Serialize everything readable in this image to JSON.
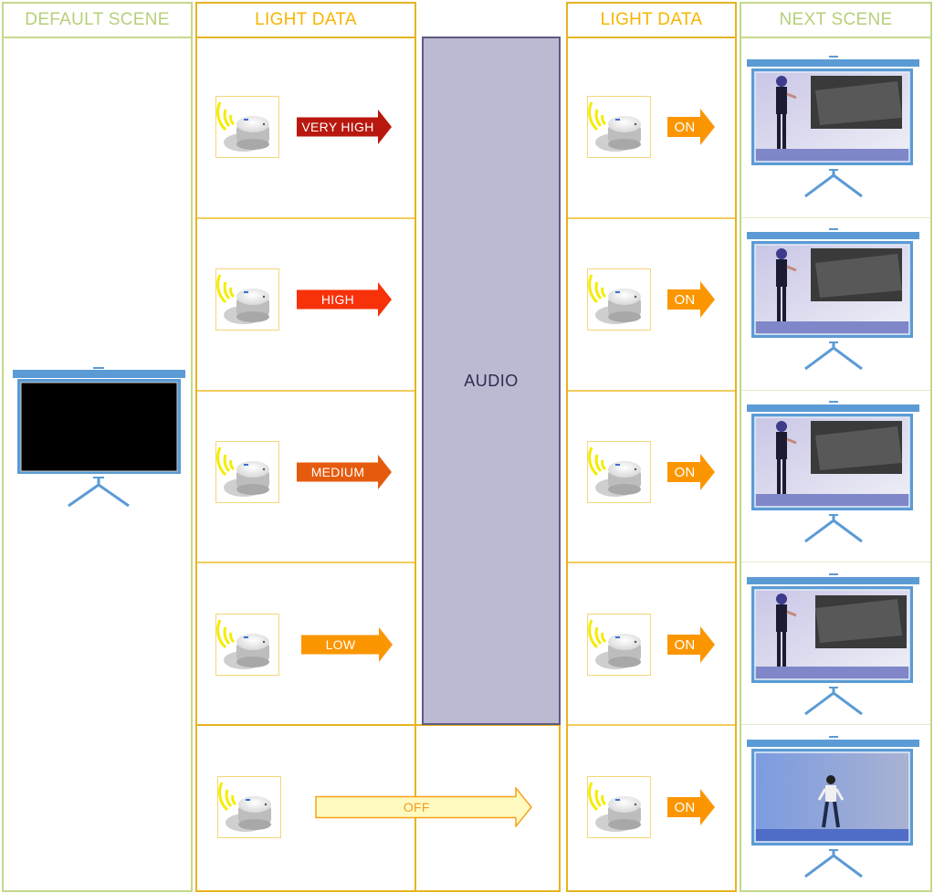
{
  "columns": {
    "default_scene": "DEFAULT SCENE",
    "light_data_left": "LIGHT DATA",
    "light_data_right": "LIGHT DATA",
    "next_scene": "NEXT SCENE"
  },
  "audio_label": "AUDIO",
  "light_levels": [
    {
      "label": "VERY HIGH",
      "color": "#b8180e",
      "output": "ON",
      "scene": "presenter-scene-1"
    },
    {
      "label": "HIGH",
      "color": "#f7310a",
      "output": "ON",
      "scene": "presenter-scene-2"
    },
    {
      "label": "MEDIUM",
      "color": "#e55b0e",
      "output": "ON",
      "scene": "presenter-scene-3"
    },
    {
      "label": "LOW",
      "color": "#fb9600",
      "output": "ON",
      "scene": "presenter-scene-4"
    },
    {
      "label": "OFF",
      "color": "#fffac0",
      "output": "ON",
      "scene": "dancer-scene"
    }
  ],
  "colors": {
    "scene_border": "#c3d98a",
    "light_border": "#e6b422",
    "on_arrow": "#fb9600",
    "projector_blue": "#5b9bd5",
    "audio_fill": "#bcb9d3"
  },
  "icons": {
    "sensor": "light-sensor-icon",
    "projector": "projector-screen-icon"
  }
}
